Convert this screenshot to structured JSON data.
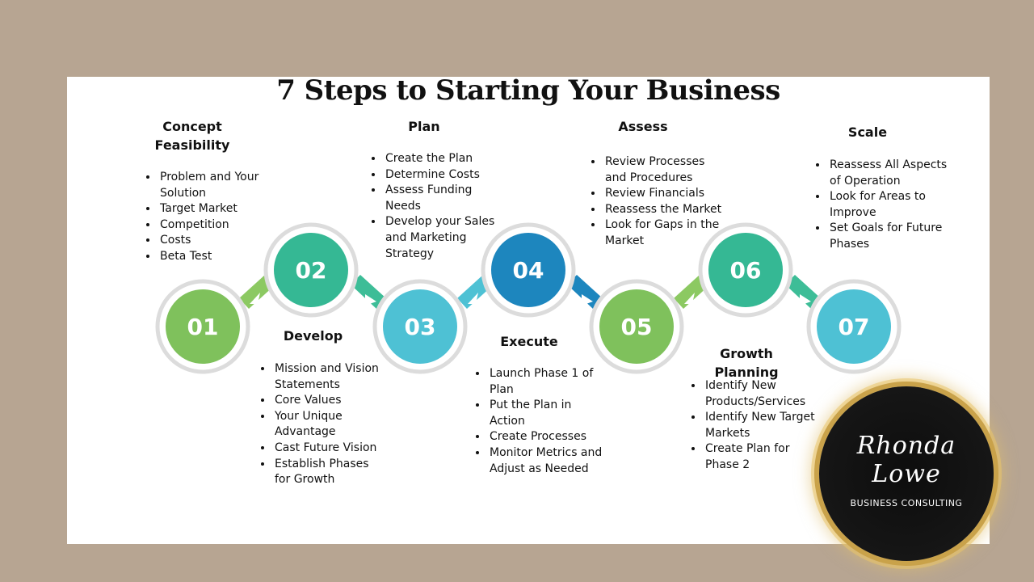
{
  "title": "7 Steps to Starting Your Business",
  "colors": {
    "green": "#7fc15c",
    "teal": "#35b894",
    "cyan": "#4ec1d4",
    "blue": "#1d86be",
    "frame": "#b7a592"
  },
  "steps": [
    {
      "number": "01",
      "heading": "Concept Feasibility",
      "items": [
        "Problem and Your Solution",
        "Target Market",
        "Competition",
        "Costs",
        "Beta Test"
      ]
    },
    {
      "number": "02",
      "heading": "Develop",
      "items": [
        "Mission and Vision Statements",
        "Core Values",
        "Your Unique Advantage",
        "Cast Future Vision",
        "Establish Phases for Growth"
      ]
    },
    {
      "number": "03",
      "heading": "Plan",
      "items": [
        "Create the Plan",
        "Determine Costs",
        "Assess Funding Needs",
        "Develop your Sales and Marketing Strategy"
      ]
    },
    {
      "number": "04",
      "heading": "Execute",
      "items": [
        "Launch Phase 1 of Plan",
        "Put the Plan in Action",
        "Create Processes",
        "Monitor Metrics and Adjust as Needed"
      ]
    },
    {
      "number": "05",
      "heading": "Assess",
      "items": [
        "Review Processes and Procedures",
        "Review Financials",
        "Reassess the Market",
        "Look for Gaps in the Market"
      ]
    },
    {
      "number": "06",
      "heading": "Growth Planning",
      "items": [
        "Identify New Products/Services",
        "Identify New Target Markets",
        "Create Plan for Phase 2"
      ]
    },
    {
      "number": "07",
      "heading": "Scale",
      "items": [
        "Reassess All Aspects of Operation",
        "Look for Areas to Improve",
        "Set Goals for Future Phases"
      ]
    }
  ],
  "logo": {
    "script": "Rhonda Lowe",
    "subtitle": "BUSINESS CONSULTING"
  }
}
